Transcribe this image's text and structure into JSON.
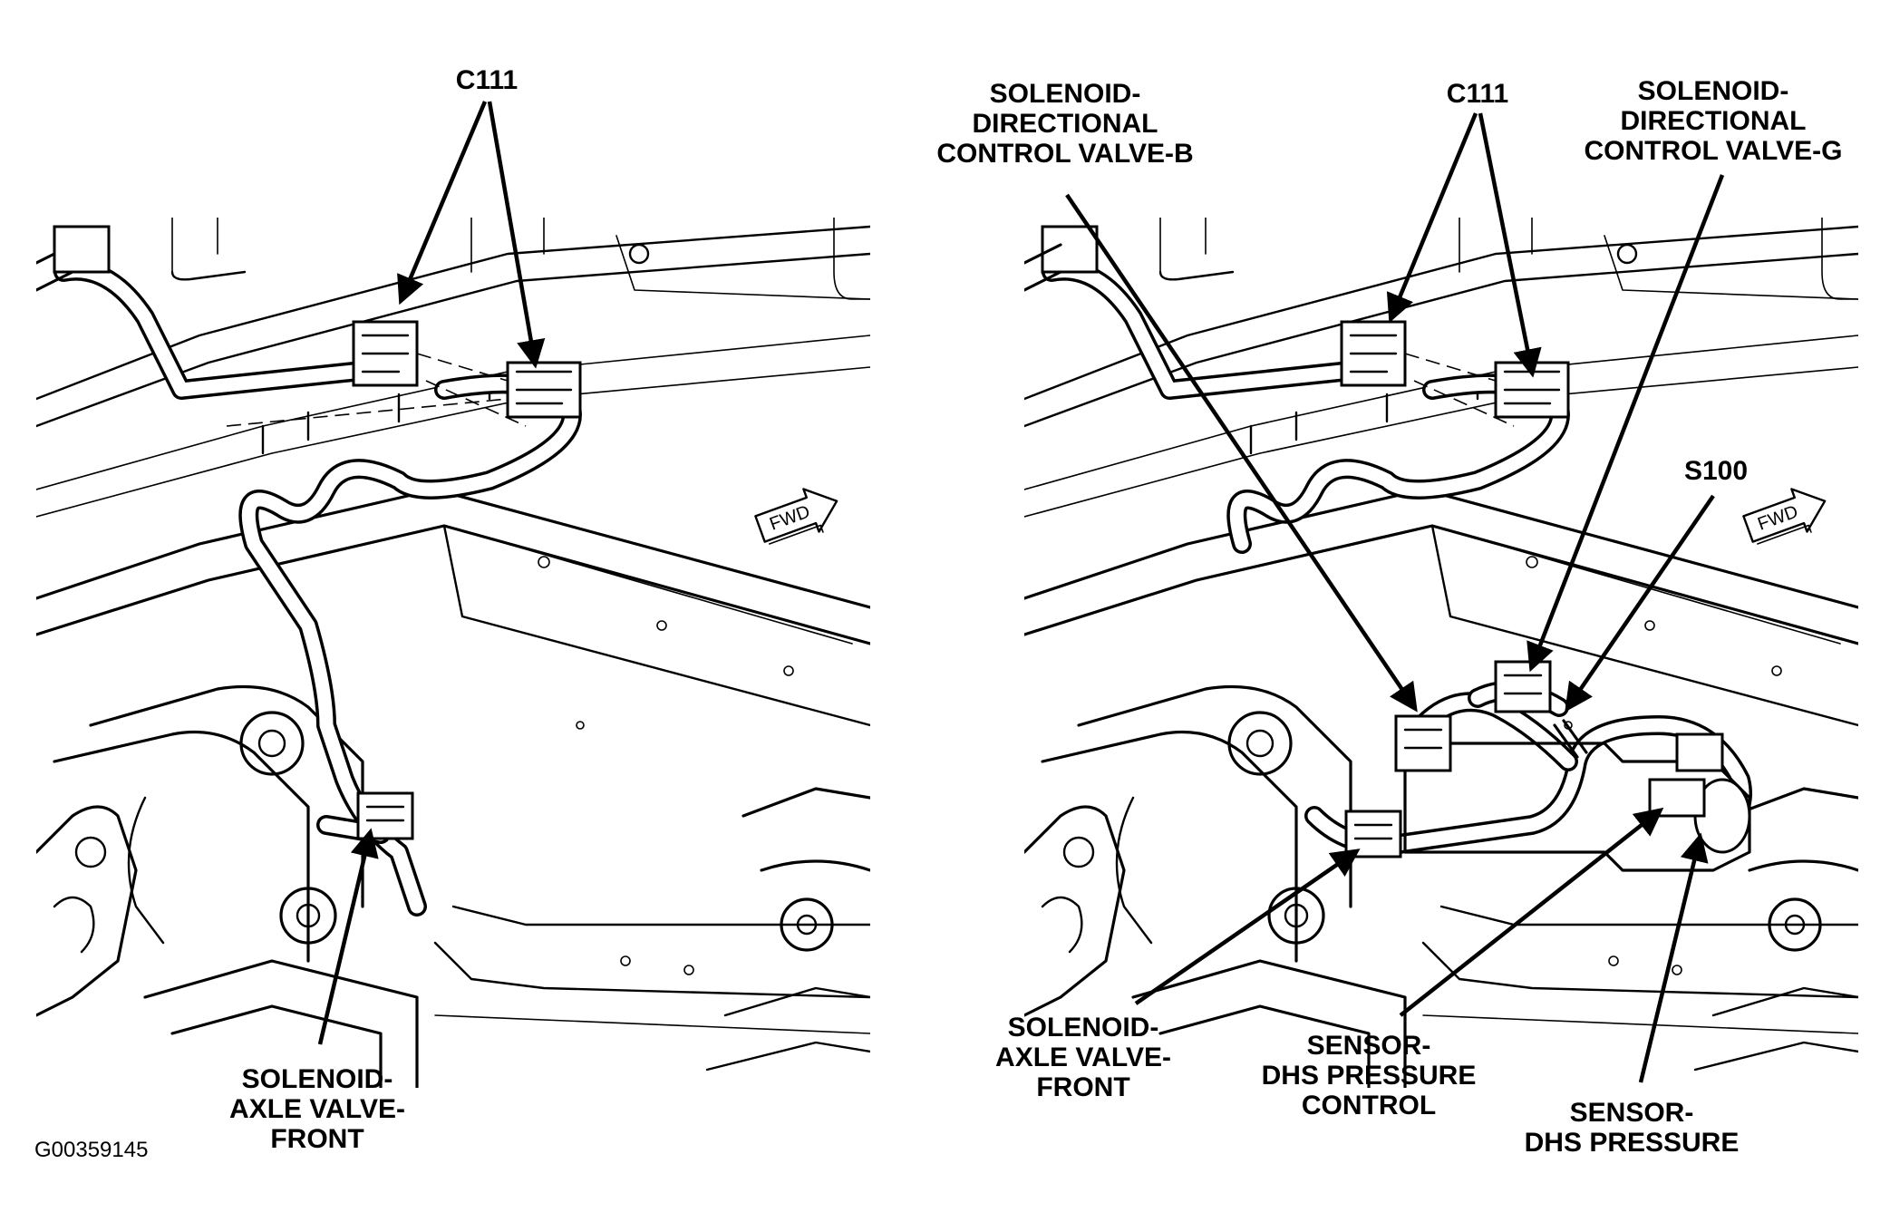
{
  "figure_id": "G00359145",
  "fwd_label": "FWD",
  "left_view": {
    "callouts": {
      "c111": "C111",
      "axle_valve_front": [
        "SOLENOID-",
        "AXLE VALVE-",
        "FRONT"
      ]
    }
  },
  "right_view": {
    "callouts": {
      "dcv_b": [
        "SOLENOID-",
        "DIRECTIONAL",
        "CONTROL VALVE-B"
      ],
      "c111": "C111",
      "dcv_g": [
        "SOLENOID-",
        "DIRECTIONAL",
        "CONTROL VALVE-G"
      ],
      "s100": "S100",
      "axle_valve_front": [
        "SOLENOID-",
        "AXLE VALVE-",
        "FRONT"
      ],
      "dhs_pressure_control": [
        "SENSOR-",
        "DHS PRESSURE",
        "CONTROL"
      ],
      "dhs_pressure": [
        "SENSOR-",
        "DHS PRESSURE"
      ]
    }
  }
}
